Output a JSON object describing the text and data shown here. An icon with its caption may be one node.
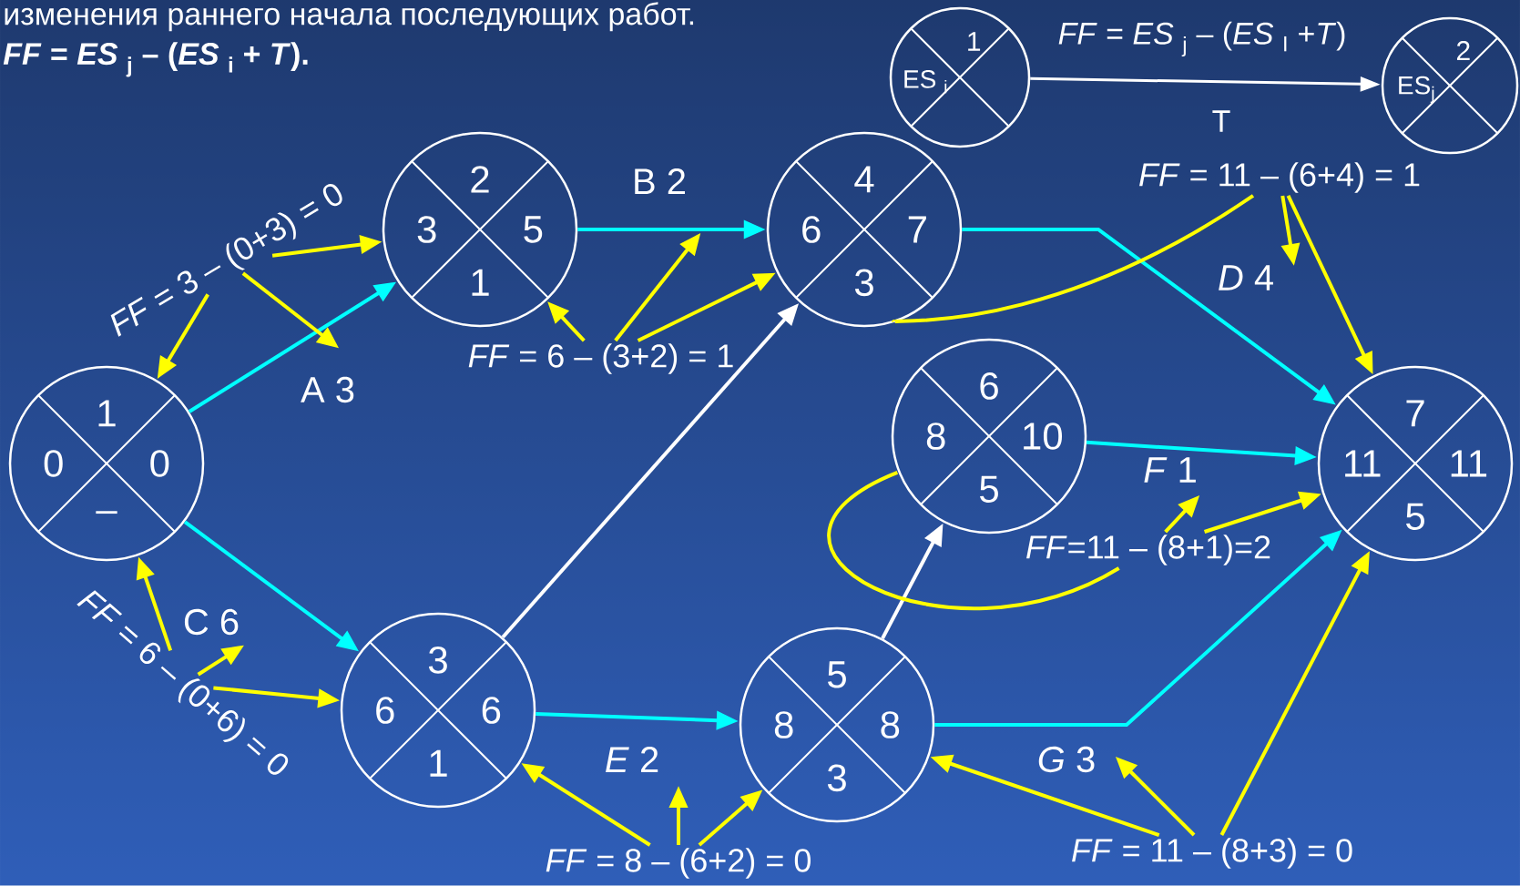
{
  "diagram": {
    "nodes": [
      {
        "text": [
          "1",
          "ES $_{i}$"
        ]
      },
      {
        "text": [
          "2",
          "ES$_{j}$"
        ]
      },
      {
        "text": [
          "1",
          "0",
          "0",
          "–"
        ]
      },
      {
        "text": [
          "2",
          "3",
          "5",
          "1"
        ]
      },
      {
        "text": [
          "4",
          "6",
          "7",
          "3"
        ]
      },
      {
        "text": [
          "6",
          "8",
          "10",
          "5"
        ]
      },
      {
        "text": [
          "7",
          "11",
          "11",
          "5"
        ]
      },
      {
        "text": [
          "3",
          "6",
          "6",
          "1"
        ]
      },
      {
        "text": [
          "5",
          "8",
          "8",
          "3"
        ]
      },
      {
        "text": [
          "*FF* = 3 – (0+3) = 0"
        ]
      },
      {
        "text": [
          "*FF* = 6 – (3+2) = 1"
        ]
      },
      {
        "text": [
          "*FF* = 11 – (6+4) = 1"
        ]
      },
      {
        "text": [
          "*FF*=11 – (8+1)=2"
        ]
      },
      {
        "text": [
          "*FF* = 6 – (0+6) = 0"
        ]
      },
      {
        "text": [
          "*FF* = 8 – (6+2) = 0"
        ]
      },
      {
        "text": [
          "*FF* = 11 – (8+3) = 0"
        ]
      }
    ],
    "edges": [
      {
        "from": 0,
        "to": 1,
        "arrow": "to",
        "label": "*FF* = *ES* $_{j}$ – (*ES* $_{I}$ +*T*)",
        "color": "#ffffff"
      },
      {
        "from": 2,
        "to": 3,
        "arrow": "to",
        "label": "A  3",
        "color": "#00ffff"
      },
      {
        "from": 3,
        "to": 4,
        "arrow": "to",
        "label": "B  2",
        "color": "#00ffff"
      },
      {
        "from": 2,
        "to": 7,
        "arrow": "to",
        "label": "C  6",
        "color": "#00ffff"
      },
      {
        "from": 4,
        "to": 6,
        "arrow": "to",
        "label": "*D* 4",
        "color": "#00ffff"
      },
      {
        "from": 5,
        "to": 6,
        "arrow": "to",
        "label": "*F* 1",
        "color": "#00ffff"
      },
      {
        "from": 7,
        "to": 8,
        "arrow": "to",
        "label": "*E*  2",
        "color": "#00ffff"
      },
      {
        "from": 8,
        "to": 6,
        "arrow": "to",
        "label": "*G* 3",
        "color": "#00ffff"
      },
      {
        "from": 7,
        "to": 4,
        "arrow": "to",
        "color": "#ffffff"
      },
      {
        "from": 8,
        "to": 5,
        "arrow": "to",
        "color": "#ffffff"
      },
      {
        "from": 9,
        "to": 3,
        "arrow": "to"
      },
      {
        "from": 9,
        "to": 2,
        "arrow": "to"
      },
      {
        "from": 9,
        "to": null,
        "arrow": "to"
      },
      {
        "from": 10,
        "to": 4,
        "arrow": "to"
      },
      {
        "from": 10,
        "to": 3,
        "arrow": "to"
      },
      {
        "from": 10,
        "to": null,
        "arrow": "to"
      },
      {
        "from": 11,
        "to": 6,
        "arrow": "to"
      },
      {
        "from": 11,
        "to": null,
        "arrow": "to"
      },
      {
        "from": 11,
        "to": 4,
        "arrow": "none"
      },
      {
        "from": 12,
        "to": 6,
        "arrow": "to"
      },
      {
        "from": 12,
        "to": null,
        "arrow": "to"
      },
      {
        "from": 12,
        "to": 5,
        "arrow": "none"
      },
      {
        "from": 13,
        "to": 2,
        "arrow": "to"
      },
      {
        "from": 13,
        "to": 7,
        "arrow": "to"
      },
      {
        "from": 13,
        "to": null,
        "arrow": "to"
      },
      {
        "from": 14,
        "to": 7,
        "arrow": "to"
      },
      {
        "from": 14,
        "to": 8,
        "arrow": "to"
      },
      {
        "from": 14,
        "to": null,
        "arrow": "to"
      },
      {
        "from": 15,
        "to": 8,
        "arrow": "to"
      },
      {
        "from": 15,
        "to": null,
        "arrow": "to"
      },
      {
        "from": 15,
        "to": 6,
        "arrow": "to"
      }
    ],
    "labels": [
      "изменения раннего начала последующих работ.",
      "*FF* = *ES* $_{j}$ – (*ES* $_{i}$ + *T*).",
      "T"
    ]
  }
}
